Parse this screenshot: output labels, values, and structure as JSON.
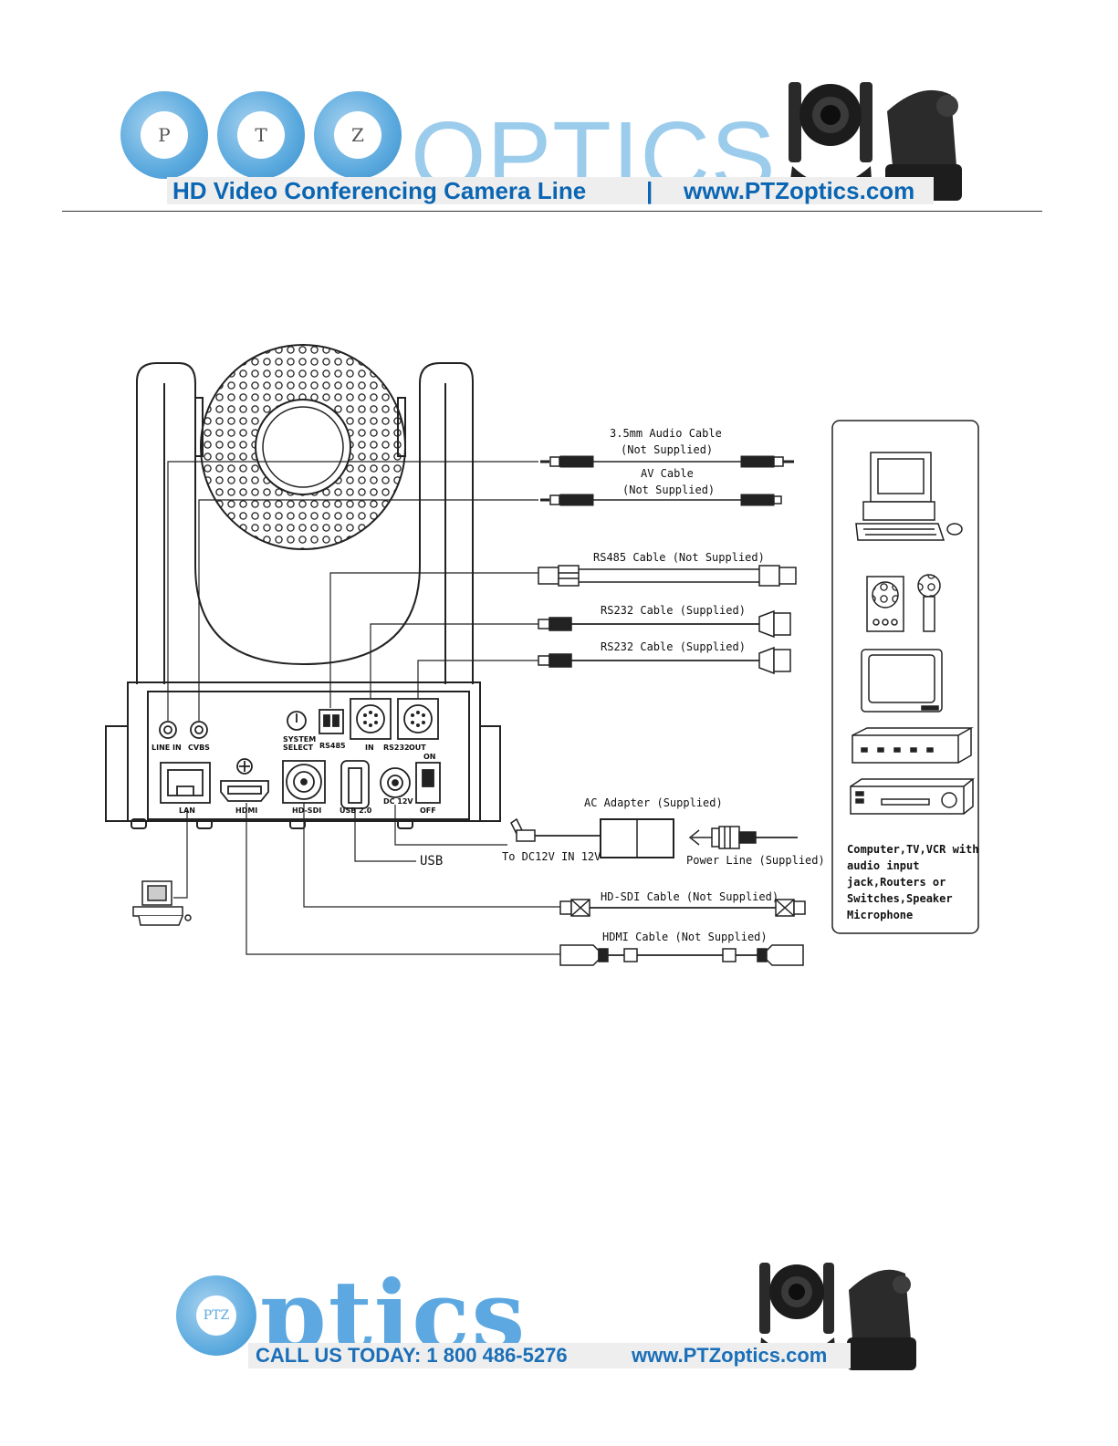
{
  "header": {
    "logo_letters": [
      "P",
      "T",
      "Z"
    ],
    "logo_word": "OPTICS",
    "tagline": "HD Video Conferencing Camera Line",
    "separator": "|",
    "website": "www.PTZoptics.com"
  },
  "cables": {
    "audio": {
      "title": "3.5mm Audio Cable",
      "note": "(Not Supplied)"
    },
    "av": {
      "title": "AV Cable",
      "note": "(Not Supplied)"
    },
    "rs485": "RS485 Cable (Not Supplied)",
    "rs232_in": "RS232 Cable (Supplied)",
    "rs232_out": "RS232 Cable (Supplied)",
    "ac_adapter": "AC Adapter (Supplied)",
    "to_dc": "To DC12V IN 12V",
    "power_line": "Power Line (Supplied)",
    "usb": "USB",
    "hdsdi": "HD-SDI Cable (Not Supplied)",
    "hdmi": "HDMI Cable (Not Supplied)"
  },
  "ports": {
    "line_in": "LINE IN",
    "cvbs": "CVBS",
    "system_select_1": "SYSTEM",
    "system_select_2": "SELECT",
    "rs485": "RS485",
    "in": "IN",
    "rs232": "RS232",
    "out": "OUT",
    "on": "ON",
    "lan": "LAN",
    "hdmi": "HDMI",
    "hdsdi": "HD-SDI",
    "usb": "USB 2.0",
    "dc12v": "DC 12V",
    "off": "OFF"
  },
  "devices_note": [
    "Computer,TV,VCR with",
    "audio input",
    "jack,Routers or",
    "Switches,Speaker",
    "Microphone"
  ],
  "footer": {
    "logo_small": "PTZ",
    "logo_word": "ptics",
    "call": "CALL US TODAY: 1 800 486-5276",
    "website": "www.PTZoptics.com"
  }
}
